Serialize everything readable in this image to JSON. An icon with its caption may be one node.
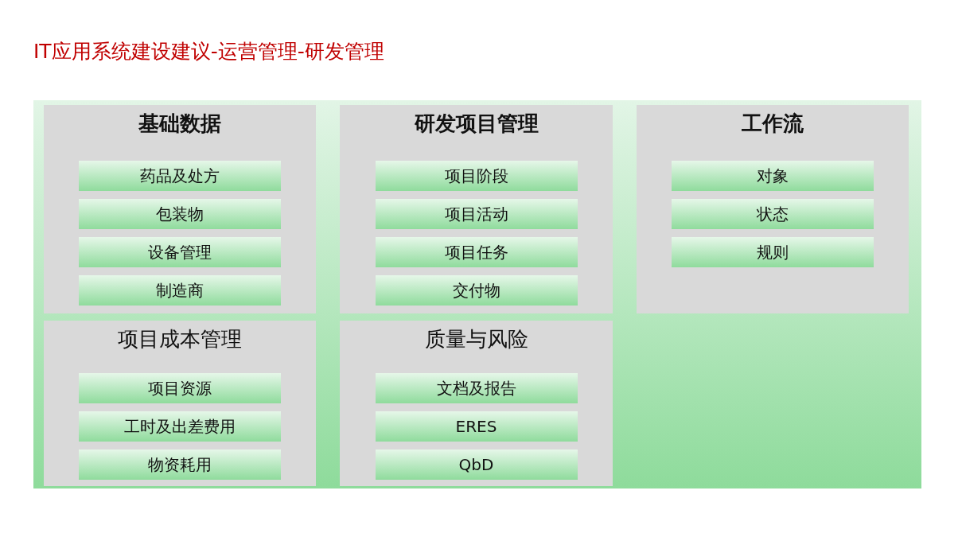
{
  "diagram": {
    "title": "IT应用系统建设建议-运营管理-研发管理",
    "nodes": [
      {
        "text": [
          "基础数据"
        ]
      },
      {
        "text": [
          "药品及处方"
        ],
        "in": 0
      },
      {
        "text": [
          "包装物"
        ],
        "in": 0
      },
      {
        "text": [
          "设备管理"
        ],
        "in": 0
      },
      {
        "text": [
          "制造商"
        ],
        "in": 0
      },
      {
        "text": [
          "研发项目管理"
        ]
      },
      {
        "text": [
          "项目阶段"
        ],
        "in": 5
      },
      {
        "text": [
          "项目活动"
        ],
        "in": 5
      },
      {
        "text": [
          "项目任务"
        ],
        "in": 5
      },
      {
        "text": [
          "交付物"
        ],
        "in": 5
      },
      {
        "text": [
          "工作流"
        ]
      },
      {
        "text": [
          "对象"
        ],
        "in": 10
      },
      {
        "text": [
          "状态"
        ],
        "in": 10
      },
      {
        "text": [
          "规则"
        ],
        "in": 10
      },
      {
        "text": [
          "项目成本管理"
        ]
      },
      {
        "text": [
          "项目资源"
        ],
        "in": 14
      },
      {
        "text": [
          "工时及出差费用"
        ],
        "in": 14
      },
      {
        "text": [
          "物资耗用"
        ],
        "in": 14
      },
      {
        "text": [
          "质量与风险"
        ]
      },
      {
        "text": [
          "文档及报告"
        ],
        "in": 18
      },
      {
        "text": [
          "ERES"
        ],
        "in": 18
      },
      {
        "text": [
          "QbD"
        ],
        "in": 18
      }
    ]
  }
}
